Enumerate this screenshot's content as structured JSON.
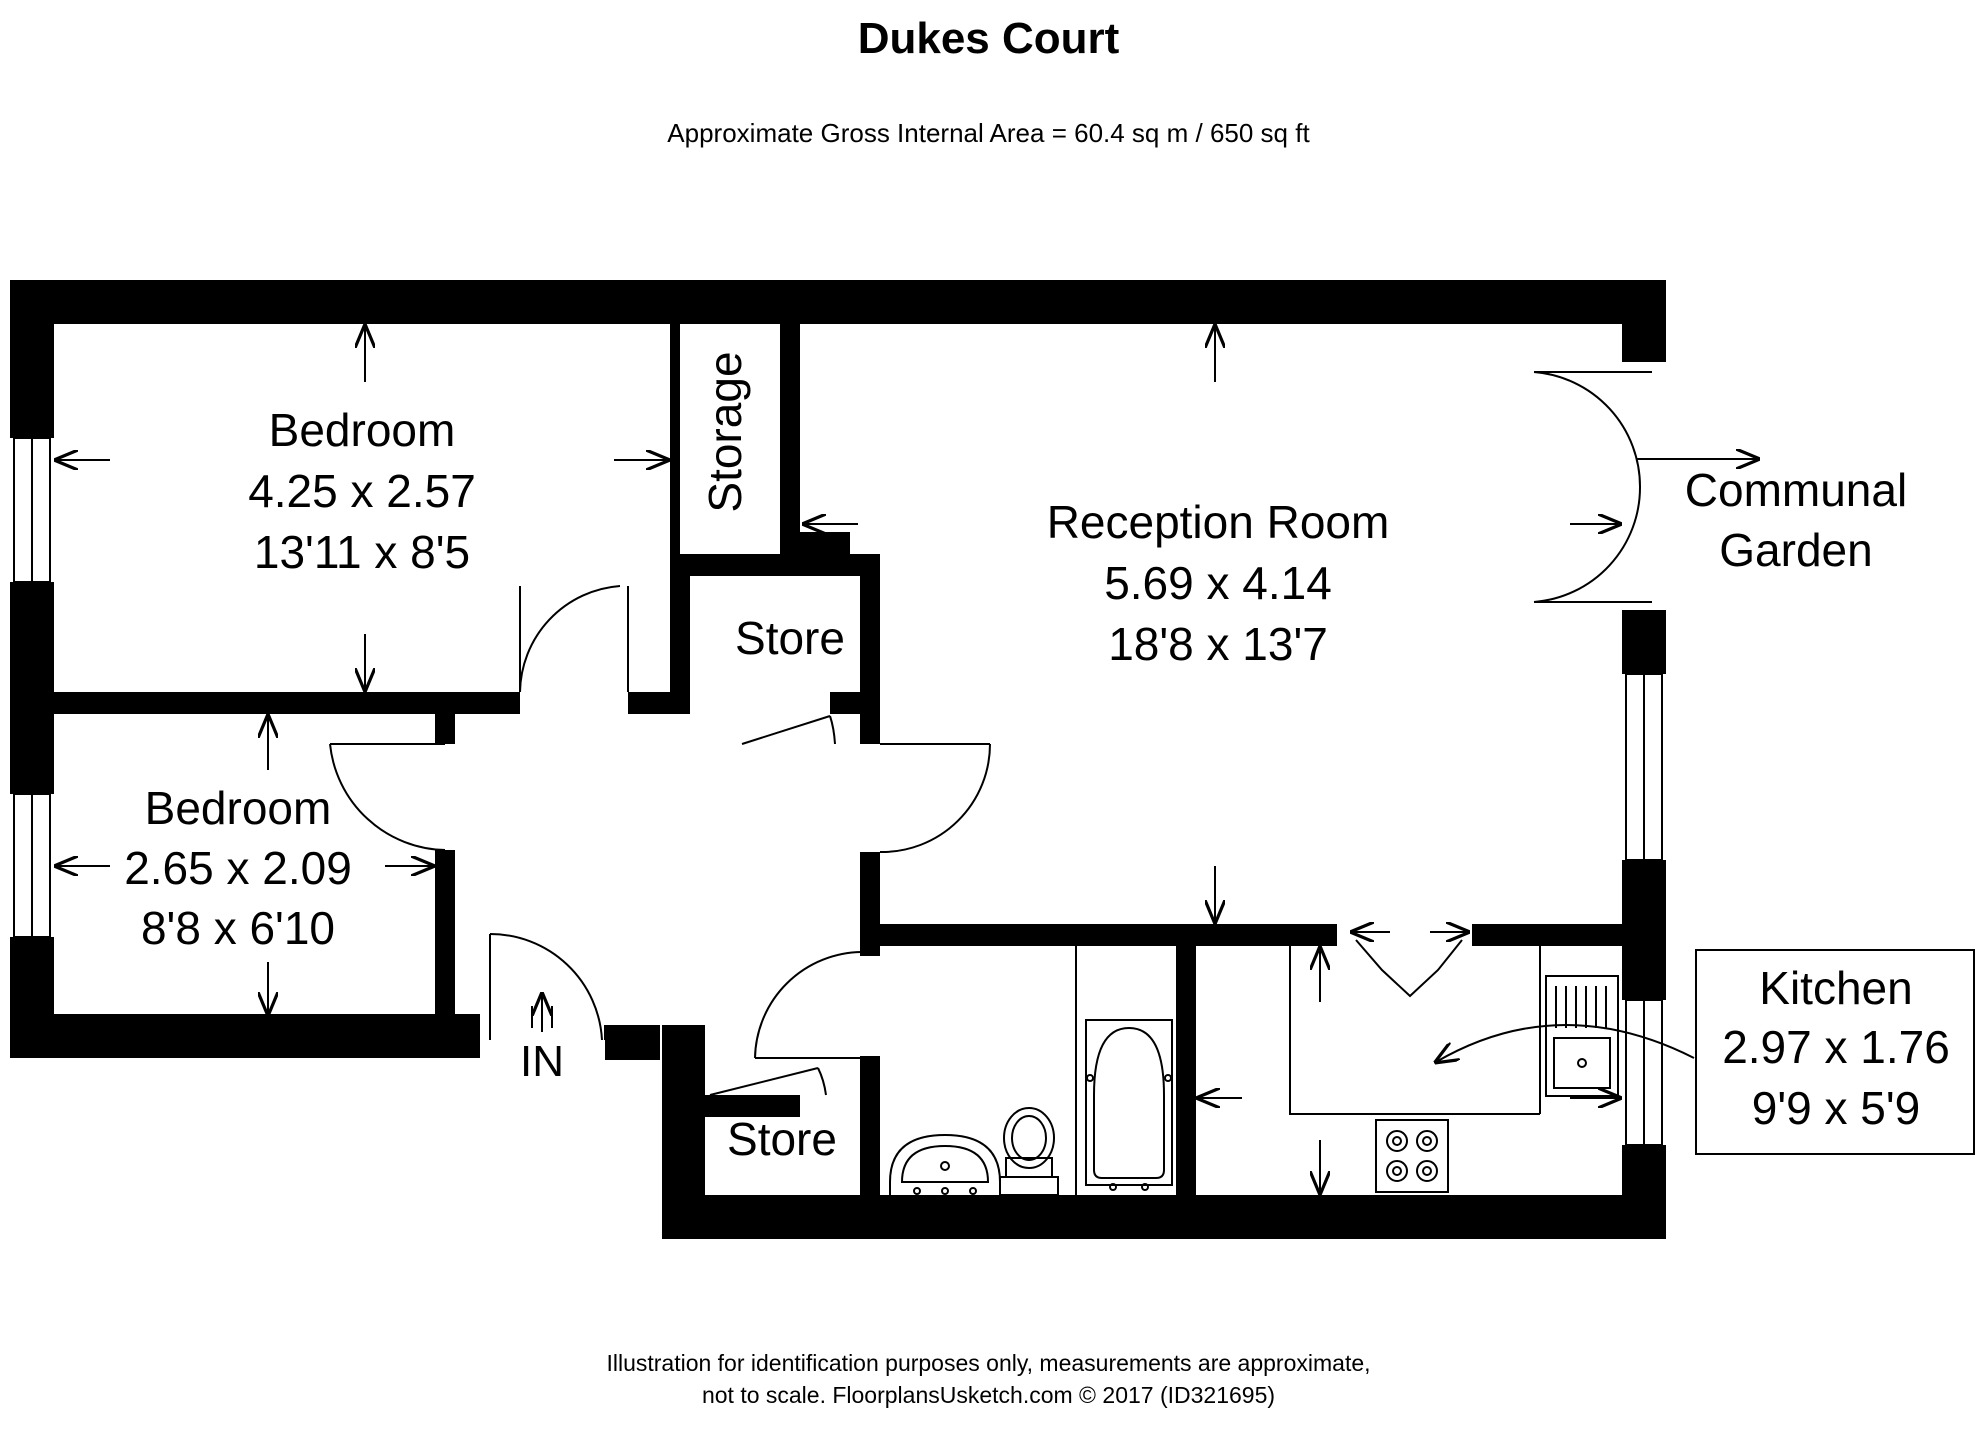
{
  "header": {
    "title": "Dukes Court",
    "subtitle": "Approximate Gross Internal Area = 60.4 sq m / 650 sq ft"
  },
  "rooms": {
    "bedroom1": {
      "name": "Bedroom",
      "metric": "4.25 x 2.57",
      "imperial": "13'11 x 8'5"
    },
    "bedroom2": {
      "name": "Bedroom",
      "metric": "2.65 x 2.09",
      "imperial": "8'8 x 6'10"
    },
    "reception": {
      "name": "Reception Room",
      "metric": "5.69 x 4.14",
      "imperial": "18'8 x 13'7"
    },
    "kitchen": {
      "name": "Kitchen",
      "metric": "2.97 x 1.76",
      "imperial": "9'9 x 5'9"
    },
    "storage": "Storage",
    "store_upper": "Store",
    "store_lower": "Store",
    "garden_line1": "Communal",
    "garden_line2": "Garden",
    "entrance": "IN"
  },
  "footer": {
    "line1": "Illustration for identification purposes only, measurements are approximate,",
    "line2": "not to scale. FloorplansUsketch.com © 2017 (ID321695)"
  }
}
